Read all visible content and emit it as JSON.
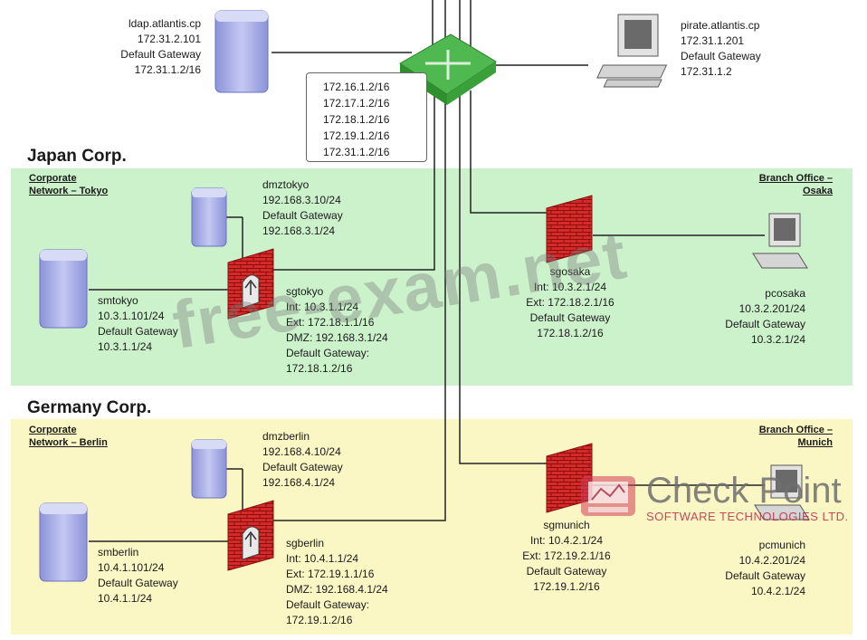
{
  "core_switch": {
    "routes": [
      "172.16.1.2/16",
      "172.17.1.2/16",
      "172.18.1.2/16",
      "172.19.1.2/16",
      "172.31.1.2/16"
    ]
  },
  "ldap": {
    "lines": [
      "ldap.atlantis.cp",
      "172.31.2.101",
      "Default Gateway",
      "172.31.1.2/16"
    ]
  },
  "pirate": {
    "lines": [
      "pirate.atlantis.cp",
      "172.31.1.201",
      "Default Gateway",
      "172.31.1.2"
    ]
  },
  "japan": {
    "title": "Japan Corp.",
    "network_label": [
      "Corporate",
      "Network – Tokyo"
    ],
    "branch_label": [
      "Branch Office –",
      "Osaka"
    ],
    "dmz": {
      "lines": [
        "dmztokyo",
        "192.168.3.10/24",
        "Default Gateway",
        "192.168.3.1/24"
      ]
    },
    "server": {
      "lines": [
        "smtokyo",
        "10.3.1.101/24",
        "Default Gateway",
        "10.3.1.1/24"
      ]
    },
    "gateway": {
      "lines": [
        "sgtokyo",
        "Int: 10.3.1.1/24",
        "Ext: 172.18.1.1/16",
        "DMZ: 192.168.3.1/24",
        "Default Gateway:",
        "172.18.1.2/16"
      ]
    },
    "branch_gateway": {
      "lines": [
        "sgosaka",
        "Int: 10.3.2.1/24",
        "Ext: 172.18.2.1/16",
        "Default Gateway",
        "172.18.1.2/16"
      ]
    },
    "branch_pc": {
      "lines": [
        "pcosaka",
        "10.3.2.201/24",
        "Default Gateway",
        "10.3.2.1/24"
      ]
    }
  },
  "germany": {
    "title": "Germany Corp.",
    "network_label": [
      "Corporate",
      "Network – Berlin"
    ],
    "branch_label": [
      "Branch Office –",
      "Munich"
    ],
    "dmz": {
      "lines": [
        "dmzberlin",
        "192.168.4.10/24",
        "Default Gateway",
        "192.168.4.1/24"
      ]
    },
    "server": {
      "lines": [
        "smberlin",
        "10.4.1.101/24",
        "Default Gateway",
        "10.4.1.1/24"
      ]
    },
    "gateway": {
      "lines": [
        "sgberlin",
        "Int: 10.4.1.1/24",
        "Ext: 172.19.1.1/16",
        "DMZ: 192.168.4.1/24",
        "Default Gateway:",
        "172.19.1.2/16"
      ]
    },
    "branch_gateway": {
      "lines": [
        "sgmunich",
        "Int: 10.4.2.1/24",
        "Ext: 172.19.2.1/16",
        "Default Gateway",
        "172.19.1.2/16"
      ]
    },
    "branch_pc": {
      "lines": [
        "pcmunich",
        "10.4.2.201/24",
        "Default Gateway",
        "10.4.2.1/24"
      ]
    }
  },
  "watermark": "free-exam.net",
  "logo": {
    "name": "Check Point",
    "tagline": "SOFTWARE TECHNOLOGIES LTD."
  },
  "colors": {
    "japan_zone": "#ccf2cc",
    "germany_zone": "#fbf7c4",
    "firewall": "#d42a2a",
    "switch": "#5cc55c",
    "server": "#a8aee6"
  }
}
